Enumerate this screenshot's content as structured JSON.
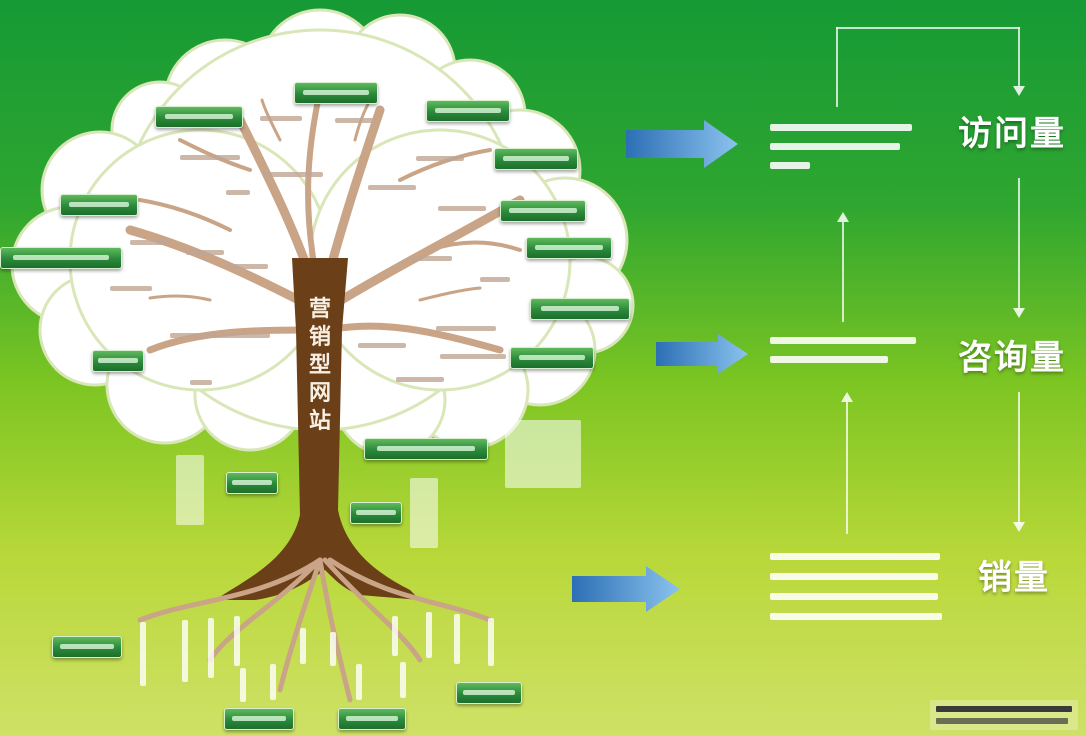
{
  "trunk": {
    "text": "营销型网站"
  },
  "arrows": [
    {
      "label": "",
      "color": "#3c86c8"
    },
    {
      "label": "",
      "color": "#3c86c8"
    },
    {
      "label": "",
      "color": "#3c86c8"
    }
  ],
  "stages": [
    {
      "label": "访问量"
    },
    {
      "label": "咨询量"
    },
    {
      "label": "销量"
    }
  ],
  "colors": {
    "background_top": "#169a35",
    "background_bottom": "#cfe167",
    "canopy": "#ffffff",
    "trunk": "#6b3f17",
    "branch": "#c9a486",
    "tag": "#2a8a3a",
    "arrow": "#3c86c8"
  }
}
